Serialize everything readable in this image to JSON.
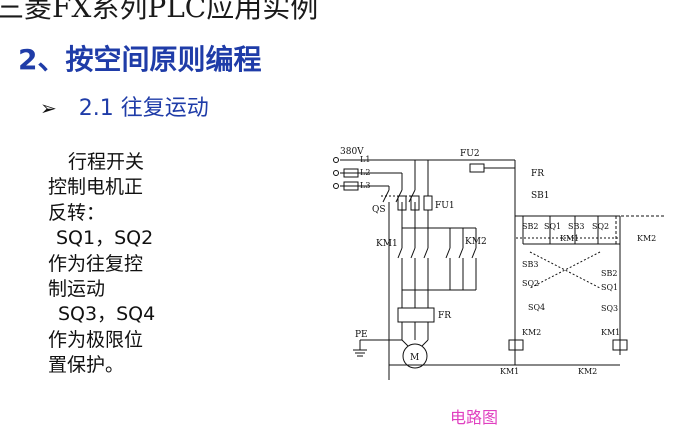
{
  "slide": {
    "top_title_partial": "三菱FX系列PLC应用实例",
    "heading": "2、按空间原则编程",
    "bullet_glyph": "➢",
    "bullet_text": "2.1 往复运动"
  },
  "body": {
    "lines": [
      "行程开关",
      "控制电机正",
      "反转：",
      "SQ1，SQ2",
      "作为往复控",
      "制运动",
      "SQ3，SQ4",
      "作为极限位",
      "置保护。"
    ]
  },
  "circuit": {
    "caption": "电路图",
    "labels": {
      "voltage": "380V",
      "l1": "L1",
      "l2": "L2",
      "l3": "L3",
      "qs": "QS",
      "fu1": "FU1",
      "fu2": "FU2",
      "km1_main": "KM1",
      "km2_main": "KM2",
      "fr_main": "FR",
      "pe": "PE",
      "motor": "M",
      "fr_ctrl": "FR",
      "sb1": "SB1",
      "sb2": "SB2",
      "sq1_top": "SQ1",
      "sb3": "SB3",
      "sq2_top": "SQ2",
      "km1_aux": "KM1",
      "km2_aux": "KM2",
      "sb3_left": "SB3",
      "sq2_left": "SQ2",
      "sq4": "SQ4",
      "km2_left": "KM2",
      "sb2_right": "SB2",
      "sq1_right": "SQ1",
      "sq3": "SQ3",
      "km1_right": "KM1",
      "coil_km1": "KM1",
      "coil_km2": "KM2"
    }
  }
}
